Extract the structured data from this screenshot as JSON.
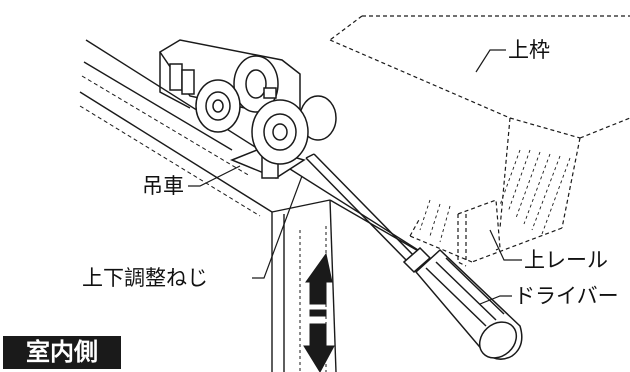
{
  "labels": {
    "upper_frame": "上枠",
    "hanger_wheel": "吊車",
    "upper_rail": "上レール",
    "height_adjust_screw": "上下調整ねじ",
    "screwdriver": "ドライバー"
  },
  "badge": {
    "text": "室内側",
    "background": "#1a1a1a",
    "color": "#ffffff"
  },
  "colors": {
    "line": "#1a1a1a",
    "background": "#ffffff"
  },
  "icons": {
    "adjust_arrow": "up-down-double-arrow"
  }
}
